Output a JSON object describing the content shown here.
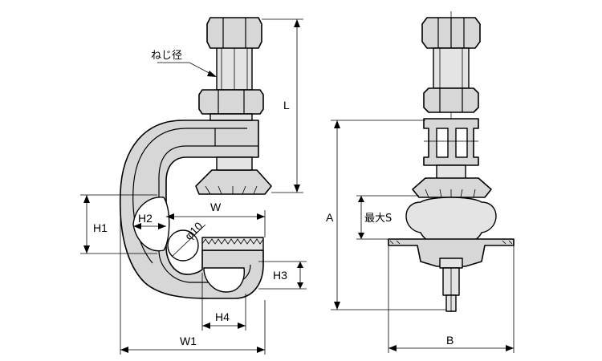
{
  "labels": {
    "thread_diameter": "ねじ径",
    "L": "L",
    "W": "W",
    "H1": "H1",
    "H2": "H2",
    "H3": "H3",
    "H4": "H4",
    "W1": "W1",
    "phi10": "φ10",
    "A": "A",
    "B": "B",
    "max_S": "最大S"
  }
}
